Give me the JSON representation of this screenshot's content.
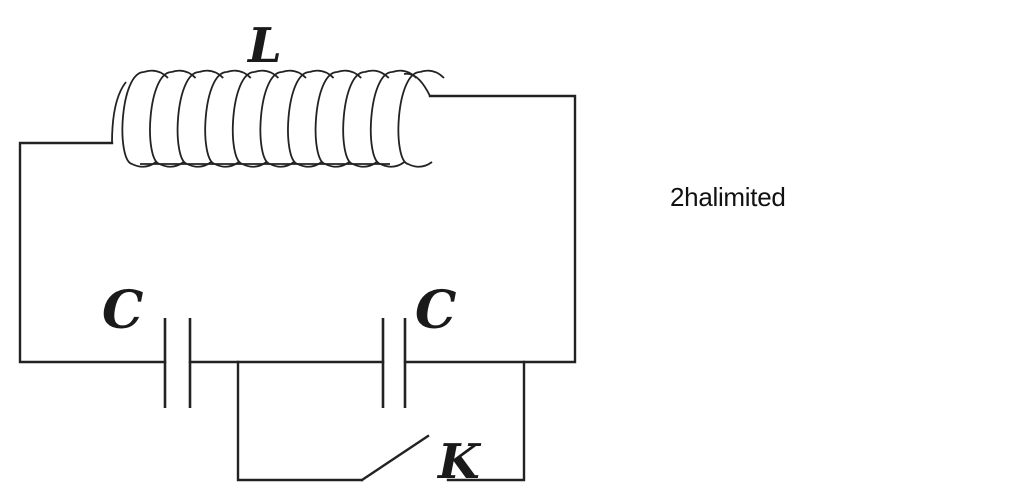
{
  "diagram": {
    "inductor_label": "L",
    "capacitor_left_label": "C",
    "capacitor_right_label": "C",
    "switch_label": "K"
  },
  "side_text": "2halimited",
  "colors": {
    "ink": "#222222",
    "background": "#ffffff"
  }
}
